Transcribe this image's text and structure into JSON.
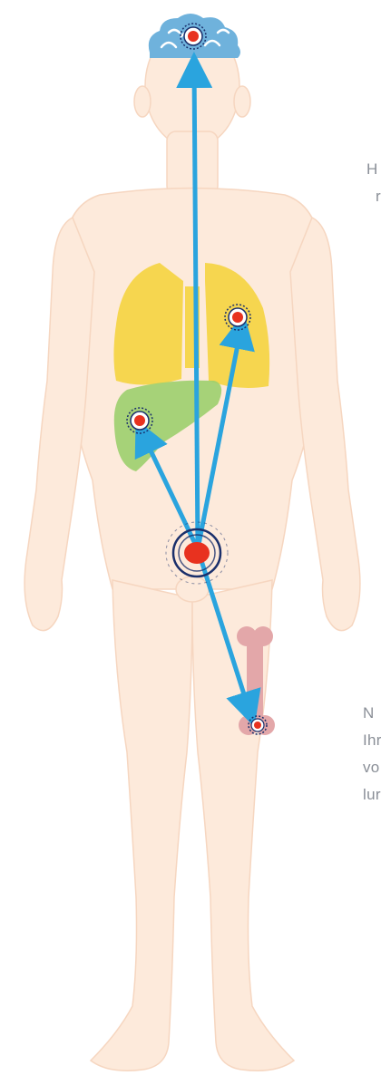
{
  "colors": {
    "skin": "#fdeadb",
    "skin_line": "#f6d6c0",
    "brain": "#6fb2dc",
    "brain_line": "#ffffff",
    "lungs": "#f6d64f",
    "liver": "#9ccf6d",
    "bone": "#e3a7a9",
    "tumor": "#e8321f",
    "tumor_ring": "#1a2f6b",
    "arrow": "#2aa4de"
  },
  "edge_text_top": [
    "H",
    "r"
  ],
  "edge_text_bottom": [
    "N",
    "Ihr",
    "vo",
    "lur"
  ],
  "primary_tumor": {
    "organ": "pelvis"
  },
  "metastasis_targets": [
    "brain",
    "lung",
    "liver",
    "bone"
  ],
  "icons": {
    "primary": "primary-tumor-icon",
    "metastasis": "metastasis-icon",
    "arrow": "spread-arrow-icon"
  }
}
